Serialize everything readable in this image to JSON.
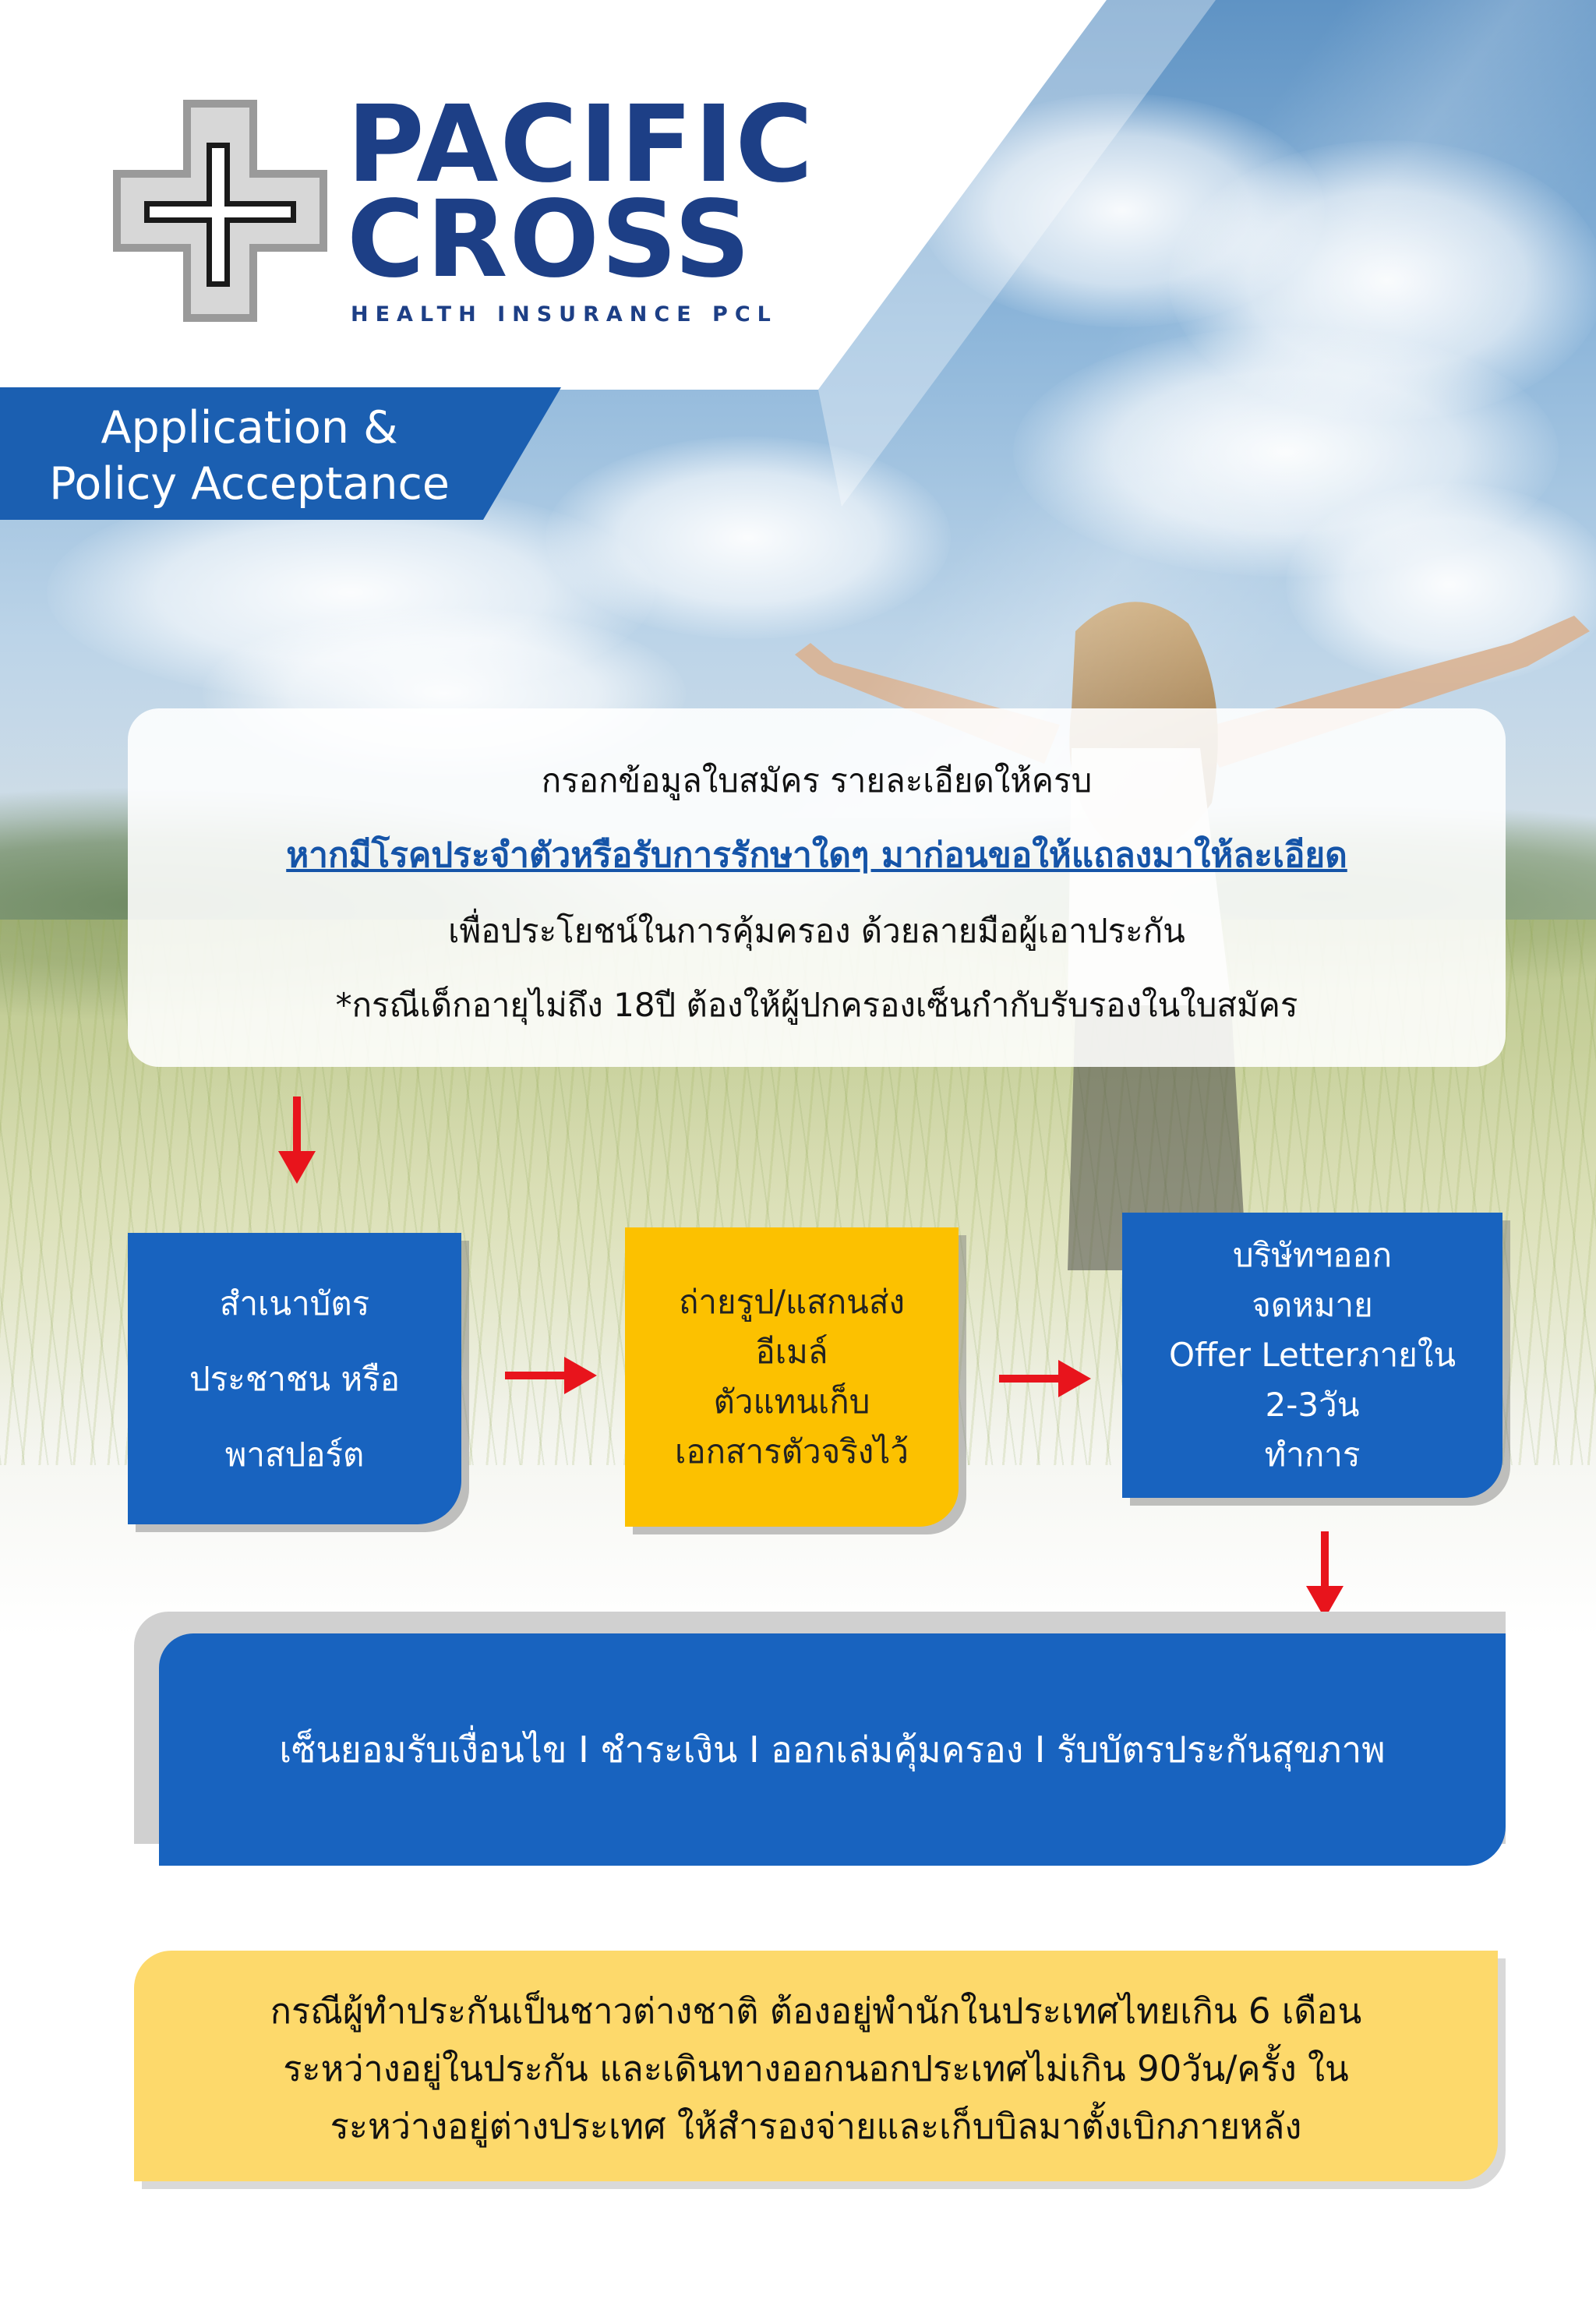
{
  "brand": {
    "name_line1": "PACIFIC",
    "name_line2": "CROSS",
    "subtitle": "HEALTH INSURANCE PCL",
    "color": "#1d3f86"
  },
  "title": {
    "line1": "Application &",
    "line2": "Policy Acceptance"
  },
  "intro": {
    "line1": "กรอกข้อมูลใบสมัคร รายละเอียดให้ครบ",
    "line2": "หากมีโรคประจำตัวหรือรับการรักษาใดๆ มาก่อนขอให้แถลงมาให้ละเอียด",
    "line3": "เพื่อประโยชน์ในการคุ้มครอง ด้วยลายมือผู้เอาประกัน",
    "line4": "*กรณีเด็กอายุไม่ถึง 18ปี ต้องให้ผู้ปกครองเซ็นกำกับรับรองในใบสมัคร"
  },
  "steps": [
    {
      "lines": [
        "สำเนาบัตร",
        "ประชาชน หรือ",
        "พาสปอร์ต"
      ],
      "color": "#1863bf"
    },
    {
      "lines": [
        "ถ่ายรูป/แสกนส่ง",
        "อีเมล์",
        "ตัวแทนเก็บ",
        "เอกสารตัวจริงไว้"
      ],
      "color": "#fcc100"
    },
    {
      "lines": [
        "บริษัทฯออก",
        "จดหมาย",
        "Offer Letterภายใน",
        "2-3วัน",
        "ทำการ"
      ],
      "color": "#1863bf"
    }
  ],
  "final_step": "เซ็นยอมรับเงื่อนไข I ชำระเงิน I ออกเล่มคุ้มครอง I รับบัตรประกันสุขภาพ",
  "note": {
    "line1": "กรณีผู้ทำประกันเป็นชาวต่างชาติ ต้องอยู่พำนักในประเทศไทยเกิน 6 เดือน",
    "line2": "ระหว่างอยู่ในประกัน และเดินทางออกนอกประเทศไม่เกิน 90วัน/ครั้ง ใน",
    "line3": "ระหว่างอยู่ต่างประเทศ ให้สำรองจ่ายและเก็บบิลมาตั้งเบิกภายหลัง"
  },
  "colors": {
    "arrow": "#e8141c",
    "ribbon": "#1b5fb1",
    "note": "#fdd96b"
  },
  "icons": [
    "cross-logo-icon",
    "arrow-down-icon",
    "arrow-right-icon"
  ]
}
